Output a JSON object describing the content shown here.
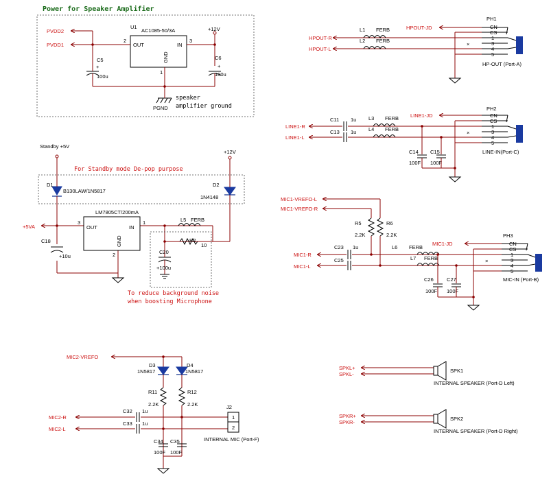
{
  "section_title": "Power for Speaker Amplifier",
  "power": {
    "u1_ref": "U1",
    "u1_part": "AC1085-50/3A",
    "u1_out": "OUT",
    "u1_in": "IN",
    "u1_gnd": "GND",
    "u1_pin2": "2",
    "u1_pin3": "3",
    "u1_pin1": "1",
    "pvdd2": "PVDD2",
    "pvdd1": "PVDD1",
    "v12": "+12V",
    "c5": "C5",
    "c5_val": "100u",
    "c6": "C6",
    "c6_val": "100u",
    "plus": "+",
    "pgnd": "PGND",
    "note1": "speaker",
    "note2": "amplifier ground"
  },
  "standby": {
    "standby_label": "Standby +5V",
    "v12": "+12V",
    "depop_note": "For Standby mode De-pop purpose",
    "d1": "D1",
    "d1_part": "B130LAW/1N5817",
    "d2": "D2",
    "d2_part": "1N4148",
    "u_part": "LM7805CT/200mA",
    "u_out": "OUT",
    "u_in": "IN",
    "u_gnd": "GND",
    "pin3": "3",
    "pin1": "1",
    "pin2": "2",
    "v5va": "+5VA",
    "c18": "C18",
    "c18_val": "+10u",
    "l5": "L5",
    "l5_val": "FERB",
    "r2": "R2",
    "r2_val": "10",
    "c20": "C20",
    "c20_val": "+100u",
    "note1": "To reduce background noise",
    "note2": "when boosting Microphone"
  },
  "mic2": {
    "vrefo": "MIC2-VREFO",
    "d3": "D3",
    "d3_part": "1N5817",
    "d4": "D4",
    "d4_part": "1N5817",
    "r11": "R11",
    "r11_val": "2.2K",
    "r12": "R12",
    "r12_val": "2.2K",
    "c32": "C32",
    "c32_val": "1u",
    "c33": "C33",
    "c33_val": "1u",
    "mic2r": "MIC2-R",
    "mic2l": "MIC2-L",
    "c34": "C34",
    "c34_val": "100F",
    "c35": "C35",
    "c35_val": "100F",
    "j2": "J2",
    "j2_pin1": "1",
    "j2_pin2": "2",
    "j2_label": "INTERNAL MIC (Port-F)"
  },
  "hpout": {
    "ph": "PH1",
    "jd": "HPOUT-JD",
    "r": "HPOUT-R",
    "l": "HPOUT-L",
    "l1": "L1",
    "l2": "L2",
    "ferb1": "FERB",
    "ferb2": "FERB",
    "port": "HP-OUT (Port-A)",
    "pins": [
      "CN",
      "CS",
      "1",
      "3",
      "4",
      "5"
    ]
  },
  "linein": {
    "ph": "PH2",
    "jd": "LINE1-JD",
    "r": "LINE1-R",
    "l": "LINE1-L",
    "c11": "C11",
    "c11_val": "1u",
    "c13": "C13",
    "c13_val": "1u",
    "l3": "L3",
    "l4": "L4",
    "ferb1": "FERB",
    "ferb2": "FERB",
    "c14": "C14",
    "c14_val": "100F",
    "c15": "C15",
    "c15_val": "100F",
    "port": "LINE-IN(Port-C)",
    "pins": [
      "CN",
      "CS",
      "1",
      "3",
      "4",
      "5"
    ]
  },
  "micin": {
    "ph": "PH3",
    "jd": "MIC1-JD",
    "vrefo_l": "MIC1-VREFO-L",
    "vrefo_r": "MIC1-VREFO-R",
    "r5": "R5",
    "r5_val": "2.2K",
    "r6": "R6",
    "r6_val": "2.2K",
    "r": "MIC1-R",
    "l": "MIC1-L",
    "c23": "C23",
    "c23_val": "1u",
    "c25": "C25",
    "l6": "L6",
    "l7": "L7",
    "ferb1": "FERB",
    "ferb2": "FERB",
    "c26": "C26",
    "c26_val": "100F",
    "c27": "C27",
    "c27_val": "100F",
    "port": "MIC-IN (Port-B)",
    "pins": [
      "CN",
      "CS",
      "1",
      "3",
      "4",
      "5"
    ]
  },
  "speakers": {
    "spkl_p": "SPKL+",
    "spkl_n": "SPKL-",
    "spk1": "SPK1",
    "spk1_label": "INTERNAL SPEAKER (Port-D Left)",
    "spkr_p": "SPKR+",
    "spkr_n": "SPKR-",
    "spk2": "SPK2",
    "spk2_label": "INTERNAL SPEAKER (Port-D Right)"
  }
}
